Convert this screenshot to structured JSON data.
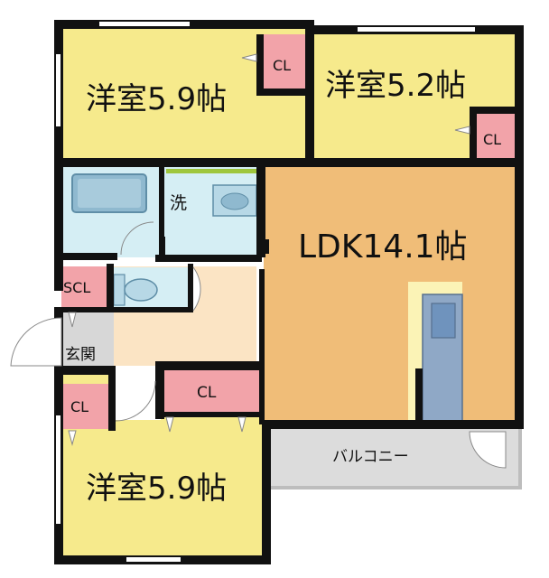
{
  "rooms": {
    "bedroom_top_left": "洋室5.9帖",
    "bedroom_top_right": "洋室5.2帖",
    "ldk": "LDK14.1帖",
    "bedroom_bottom": "洋室5.9帖"
  },
  "labels": {
    "closet_top_left": "CL",
    "closet_top_right": "CL",
    "closet_bottom_left": "CL",
    "closet_bottom_center": "CL",
    "shoe_closet": "SCL",
    "washroom": "洗",
    "entrance": "玄関",
    "balcony": "バルコニー"
  },
  "colors": {
    "bedroom": "#f6ea8c",
    "ldk": "#f0bd78",
    "wet_area": "#d5eef4",
    "fixture": "#8fb9cf",
    "closet": "#f2a3a9",
    "hall": "#fbe4c4",
    "entrance": "#d7d7d7",
    "balcony": "#dcdcdc",
    "wall": "#111111",
    "kitchen_counter": "#8fa8c6",
    "kitchen_floor": "#fbf3b6"
  }
}
